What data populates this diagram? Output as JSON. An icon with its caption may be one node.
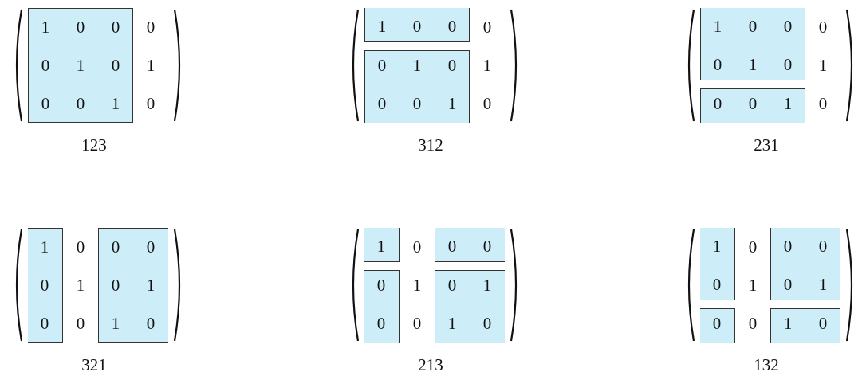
{
  "diagram": {
    "nodes": [
      {
        "text": [
          "1",
          "0",
          "0",
          "0",
          "1",
          "0",
          "0",
          "0",
          "1"
        ]
      },
      {
        "text": [
          "1",
          "0",
          "0"
        ]
      },
      {
        "text": [
          "0",
          "1",
          "0",
          "0",
          "0",
          "1"
        ]
      },
      {
        "text": [
          "1",
          "0",
          "0",
          "0",
          "1",
          "0"
        ]
      },
      {
        "text": [
          "0",
          "0",
          "1"
        ]
      },
      {
        "text": [
          "1",
          "0",
          "0"
        ]
      },
      {
        "text": [
          "0",
          "0",
          "0",
          "1",
          "1",
          "0"
        ]
      },
      {
        "text": [
          "1"
        ]
      },
      {
        "text": [
          "0",
          "0"
        ]
      },
      {
        "text": [
          "0",
          "0"
        ]
      },
      {
        "text": [
          "0",
          "1",
          "1",
          "0"
        ]
      },
      {
        "text": [
          "1",
          "0"
        ]
      },
      {
        "text": [
          "0",
          "0",
          "0",
          "1"
        ]
      },
      {
        "text": [
          "0"
        ]
      },
      {
        "text": [
          "1",
          "0"
        ]
      }
    ],
    "labels": [
      "0",
      "1",
      "0",
      "123",
      "0",
      "1",
      "0",
      "312",
      "0",
      "1",
      "0",
      "231",
      "0",
      "1",
      "0",
      "321",
      "0",
      "1",
      "0",
      "213",
      "0",
      "1",
      "0",
      "132"
    ]
  }
}
